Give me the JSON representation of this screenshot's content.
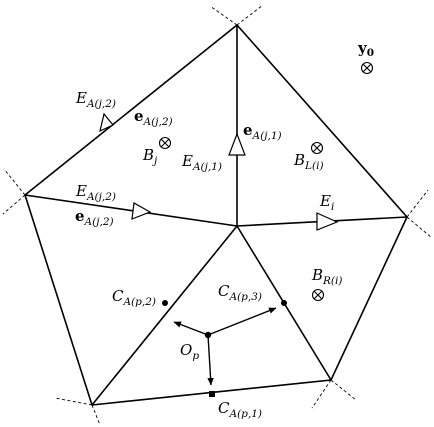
{
  "labels": {
    "y0": {
      "main": "y",
      "sub": "0"
    },
    "EAj2_top": {
      "main": "E",
      "sub": "A(j,2)"
    },
    "eAj2_top": {
      "main": "e",
      "sub": "A(j,2)"
    },
    "Bj": {
      "main": "B",
      "sub": "j"
    },
    "eAj1": {
      "main": "e",
      "sub": "A(j,1)"
    },
    "EAj1": {
      "main": "E",
      "sub": "A(j,1)"
    },
    "BLi": {
      "main": "B",
      "sub": "L(i)"
    },
    "EAj2_mid": {
      "main": "E",
      "sub": "A(j,2)"
    },
    "eAj2_mid": {
      "main": "e",
      "sub": "A(j,2)"
    },
    "Ei": {
      "main": "E",
      "sub": "i"
    },
    "BRi": {
      "main": "B",
      "sub": "R(i)"
    },
    "CAp2": {
      "main": "C",
      "sub": "A(p,2)"
    },
    "CAp3": {
      "main": "C",
      "sub": "A(p,3)"
    },
    "Op": {
      "main": "O",
      "sub": "p"
    },
    "CAp1": {
      "main": "C",
      "sub": "A(p,1)"
    }
  }
}
